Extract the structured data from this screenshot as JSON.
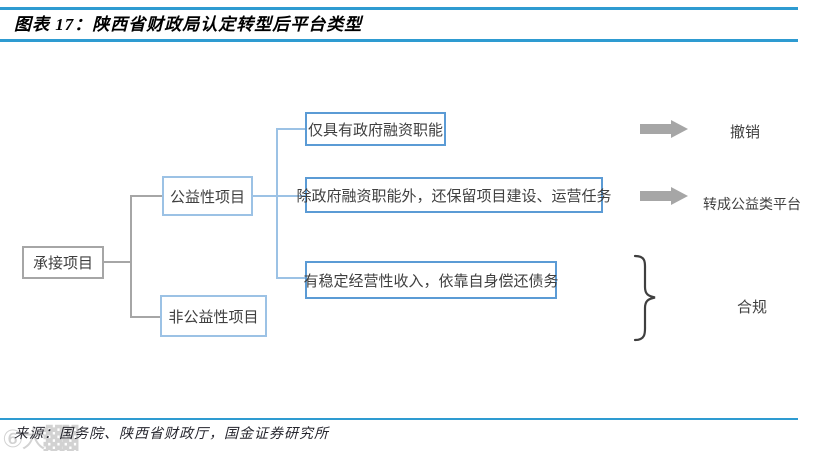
{
  "figure": {
    "title": "图表 17：陕西省财政局认定转型后平台类型",
    "source": "来源：国务院、陕西省财政厅，国金证券研究所"
  },
  "diagram": {
    "type": "flowchart",
    "root": {
      "label": "承接项目"
    },
    "branches": [
      {
        "label": "公益性项目"
      },
      {
        "label": "非公益性项目"
      }
    ],
    "conditions": [
      {
        "label": "仅具有政府融资职能",
        "outcome": "撤销",
        "outcome_marker": "arrow"
      },
      {
        "label": "除政府融资职能外，还保留项目建设、运营任务",
        "outcome": "转成公益类平台",
        "outcome_marker": "arrow"
      },
      {
        "label": "有稳定经营性收入，依靠自身偿还债务",
        "outcome": "合规",
        "outcome_marker": "brace"
      }
    ]
  },
  "watermark": "⑥大▓▓",
  "colors": {
    "rule_blue": "#2e9bd1",
    "node_border_blue": "#5b9bd5",
    "node_border_light_blue": "#9cc2e5",
    "node_border_gray": "#a6a6a6",
    "arrow_gray": "#a6a6a6",
    "text": "#404040"
  }
}
